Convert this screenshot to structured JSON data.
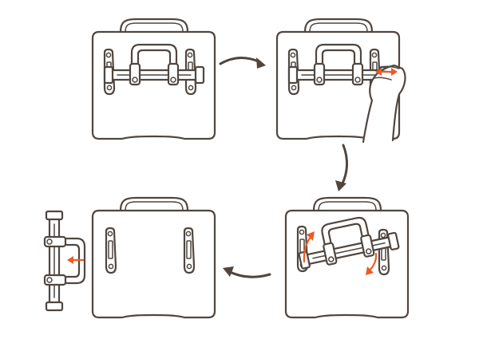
{
  "diagram": {
    "steps": [
      {
        "name": "bag-with-rail-attached"
      },
      {
        "name": "hand-pulling-release-lever"
      },
      {
        "name": "rail-rotated-out-of-clips"
      },
      {
        "name": "bag-with-rail-removed"
      }
    ],
    "colors": {
      "ink": "#4f4640",
      "accent": "#ec5b24",
      "background": "#ffffff"
    }
  }
}
